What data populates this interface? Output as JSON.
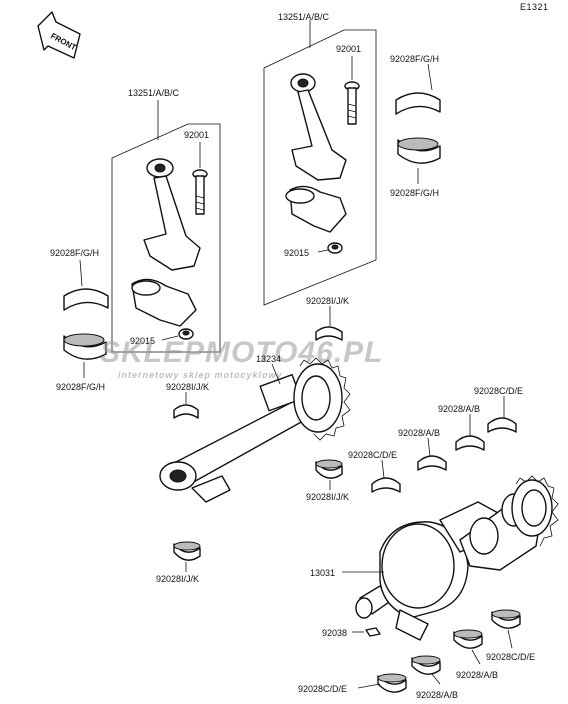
{
  "diagram": {
    "code": "E1321",
    "front_label": "FRONT",
    "watermark": {
      "text": "SKLEPMOTO46.PL",
      "subtext": "internetowy sklep motocyklowy"
    },
    "labels": {
      "conrod_right": "13251/A/B/C",
      "bolt_right": "92001",
      "nut_right": "92015",
      "bearing_upper_right": "92028F/G/H",
      "bearing_lower_right": "92028F/G/H",
      "conrod_left": "13251/A/B/C",
      "bolt_left": "92001",
      "nut_left": "92015",
      "bearing_upper_left": "92028F/G/H",
      "bearing_lower_left": "92028F/G/H",
      "balancer_bearing_top": "92028I/J/K",
      "balancer_shaft": "13234",
      "balancer_bearing_left": "92028I/J/K",
      "balancer_bearing_mid": "92028I/J/K",
      "balancer_bearing_bottom": "92028I/J/K",
      "main_bearing_cde_1": "92028C/D/E",
      "main_bearing_ab_1": "92028/A/B",
      "main_bearing_ab_2": "92028/A/B",
      "main_bearing_cde_2": "92028C/D/E",
      "crankshaft": "13031",
      "key": "92038",
      "main_bearing_cde_3": "92028C/D/E",
      "main_bearing_ab_3": "92028/A/B",
      "main_bearing_ab_4": "92028/A/B",
      "main_bearing_cde_4": "92028C/D/E"
    }
  }
}
